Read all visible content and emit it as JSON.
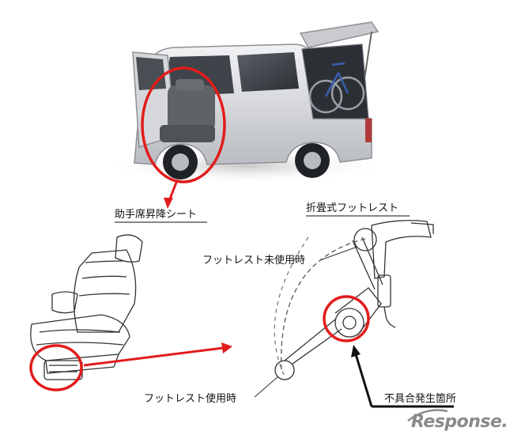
{
  "labels": {
    "seat_caption": "助手席昇降シート",
    "footrest_caption": "折畳式フットレスト",
    "unused_label": "フットレスト未使用時",
    "used_label": "フットレスト使用時",
    "defect_label": "不具合発生箇所"
  },
  "watermark": {
    "logo_text": "Response."
  },
  "colors": {
    "highlight_red": "#e21c1c",
    "car_body": "#d9dbde",
    "line_art": "#333333",
    "background": "#ffffff"
  }
}
